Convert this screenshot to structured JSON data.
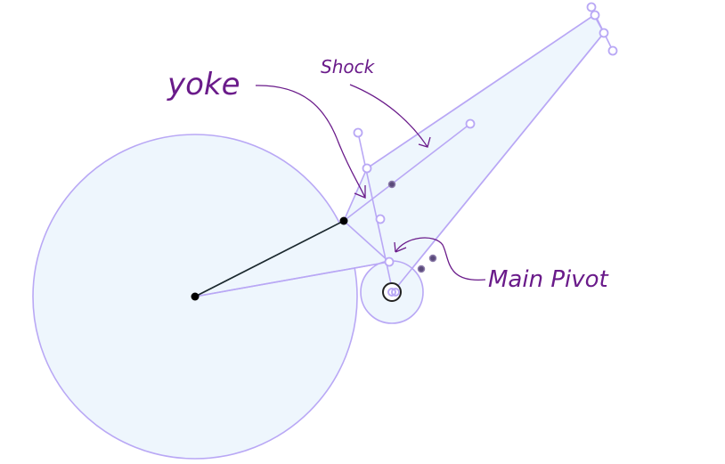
{
  "labels": {
    "yoke": "yoke",
    "shock": "Shock",
    "main_pivot": "Main Pivot"
  },
  "colors": {
    "stroke": "#b9a8f5",
    "fill": "#eef6fd",
    "annotation": "#6a1b8a",
    "joint_dark": "#5a4a7a"
  }
}
